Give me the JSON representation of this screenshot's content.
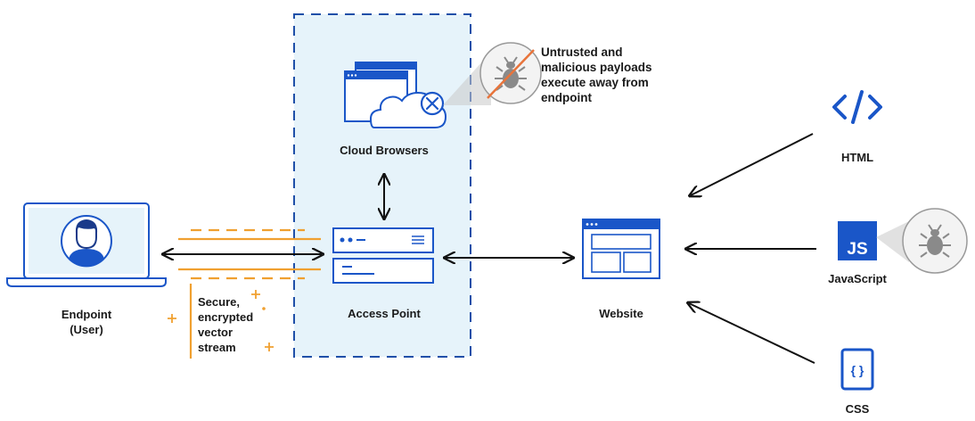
{
  "diagram": {
    "cloud_browsers_label": "Cloud Browsers",
    "access_point_label": "Access Point",
    "endpoint_label_line1": "Endpoint",
    "endpoint_label_line2": "(User)",
    "stream_label": [
      "Secure,",
      "encrypted",
      "vector",
      "stream"
    ],
    "website_label": "Website",
    "callout_text": [
      "Untrusted and",
      "malicious payloads",
      "execute away from",
      "endpoint"
    ],
    "sources": [
      {
        "label": "HTML",
        "icon": "html-code-icon"
      },
      {
        "label": "JavaScript",
        "icon": "javascript-js-icon",
        "badge": "JS"
      },
      {
        "label": "CSS",
        "icon": "css-braces-icon",
        "badge": "{ }"
      }
    ]
  },
  "colors": {
    "primary_blue": "#1a56c8",
    "light_blue_fill": "#e6f3fa",
    "zone_dash": "#1f4fa8",
    "orange": "#f0a030",
    "dark_text": "#1a1a1a",
    "bug_grey": "#8a8a8a",
    "strike_orange": "#e8743b"
  }
}
